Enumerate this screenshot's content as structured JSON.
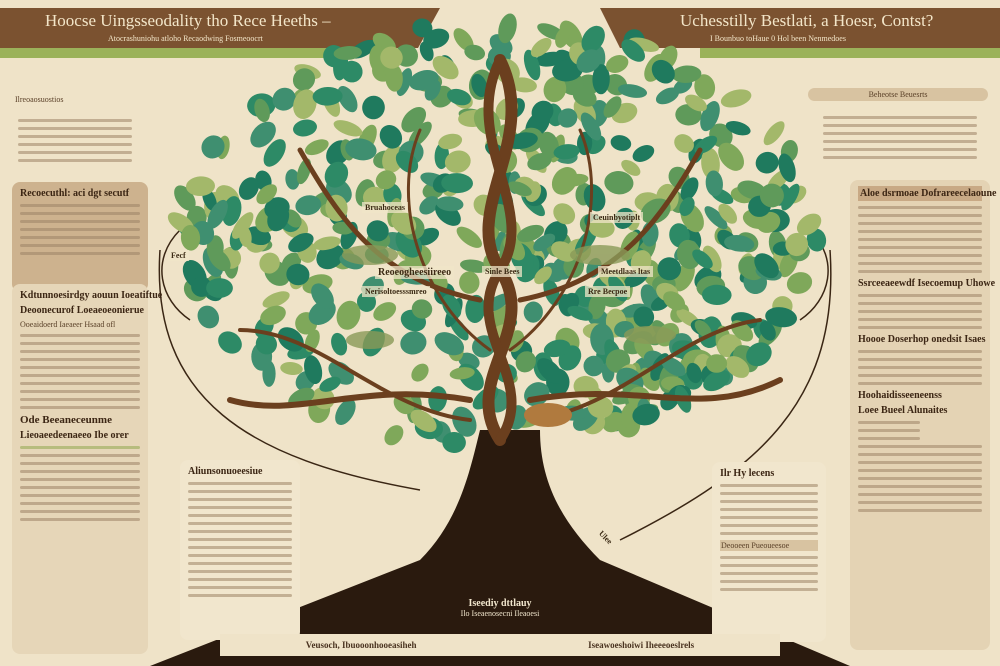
{
  "header": {
    "left_title": "Hoocse Uingsseodality tho Rece Heeths –",
    "left_subtitle": "Atocrashuniohu atloho Recaodwing Fosmeoocrt",
    "right_title": "Uchesstilly Bestlati, a Hoesr, Contst?",
    "right_subtitle": "I Bounbuo toHaue 0 Hol been Nenmedoes"
  },
  "left": {
    "top_note": "Ilreoaosuostios",
    "panel1_title": "Recoecuthl: aci dgt secutf",
    "panel2_title": "Kdtunnoesirdgy aouun Ioeatiftue",
    "panel2_sub1": "Deoonecurof Loeaeoeonierue",
    "panel2_sub2": "Ooeaidoerd Iaeaeer Hsaad ofl",
    "panel2_sub3": "Ode Beeaneceunme",
    "panel2_sub4": "Lieoaeedeenaeeo Ibe orer",
    "side_tag": "Fecf"
  },
  "right": {
    "top_note": "Beheotse Beuesrts",
    "panel1_title": "Aloe dsrmoae Dofrareecelaoune",
    "panel1_sub1": "Ssrceeaeewdf Isecoemup Uhowe",
    "panel1_sub2": "Hoooe Doserhop onedsit Isaes",
    "panel2_title": "Hoohaidisseeneenss",
    "panel2_sub": "Loee Bueel Alunaites"
  },
  "tree": {
    "label1": "Bruahoceas",
    "label2": "Ceuinbyotiplt",
    "label3": "Reoeogheesiireeo",
    "label4": "Sinle Bees",
    "label5": "Meetdlaas ltas",
    "label6": "Nerisoltoesssmreo",
    "label7": "Rre Becpoe",
    "boxL_title": "Aliunsonuoeesiue",
    "boxR_title": "Ilr Hy lecens",
    "boxR_sub": "Deooeen Pueoueesoe",
    "trunk_title": "Iseediy dttlauy",
    "trunk_sub": "Ilo Iseaenosecni Ileaoesi",
    "bottom_a": "Veusoch, Ibuooonhooeasiheh",
    "bottom_b": "Iseawoeshoiwi Iheeeoeslrels",
    "root_tag": "Ulee"
  },
  "colors": {
    "brown": "#7b5230",
    "green": "#9bb25a",
    "leaf_dark": "#1f7a5e",
    "leaf_light": "#7fa85a",
    "bg": "#efe3c8"
  }
}
